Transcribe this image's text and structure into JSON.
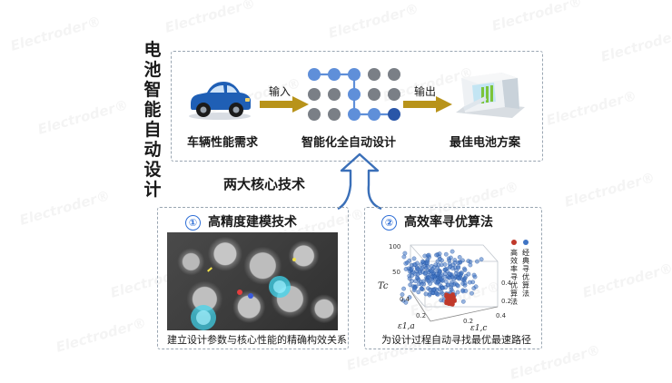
{
  "watermark": "Electroder",
  "title_vertical": "电池智能自动设计",
  "top": {
    "input_label": "车辆性能需求",
    "arrow1_label": "输入",
    "core_label": "智能化全自动设计",
    "arrow2_label": "输出",
    "output_label": "最佳电池方案"
  },
  "core_tech_label": "两大核心技术",
  "left_panel": {
    "number": "①",
    "title": "高精度建模技术",
    "caption": "建立设计参数与核心性能的精确构效关系"
  },
  "right_panel": {
    "number": "②",
    "title": "高效率寻优算法",
    "caption": "为设计过程自动寻找最优最速路径",
    "legend": [
      "高效率寻优算法",
      "经典寻优算法"
    ],
    "y_ticks": [
      "100",
      "50"
    ],
    "y_axis_label": "Tc",
    "x_axis_label": "ε1,a",
    "z_axis_label": "ε1,c",
    "x_ticks": [
      "0.4",
      "0.2"
    ],
    "z_ticks": [
      "0.2",
      "0.4"
    ],
    "right_ticks": [
      "0.4",
      "0.2"
    ]
  },
  "colors": {
    "arrow": "#b8931a",
    "accent_blue": "#2f6fd6",
    "classic_dot": "#3f74c4",
    "efficient_dot": "#c0392b",
    "grid_dot": "#7a7f86",
    "path_dot": "#5f8fd9"
  },
  "icons": [
    "car-icon",
    "battery-icon",
    "curved-arrow-icon",
    "optimization-grid-icon"
  ]
}
